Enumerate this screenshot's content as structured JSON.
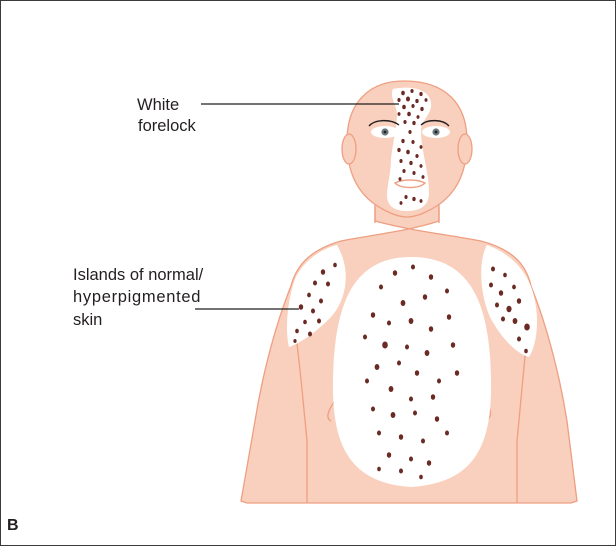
{
  "labels": {
    "white_forelock": [
      "White",
      "forelock"
    ],
    "islands": [
      "Islands of normal/",
      "hyperpigmented",
      "skin"
    ]
  },
  "panel_letter": "B",
  "colors": {
    "skin": "#f9d0bd",
    "skin_outline": "#ee9f82",
    "depigmented": "#ffffff",
    "macule": "#6b2a23",
    "line": "#231f20",
    "frame": "#3a3a3a"
  }
}
